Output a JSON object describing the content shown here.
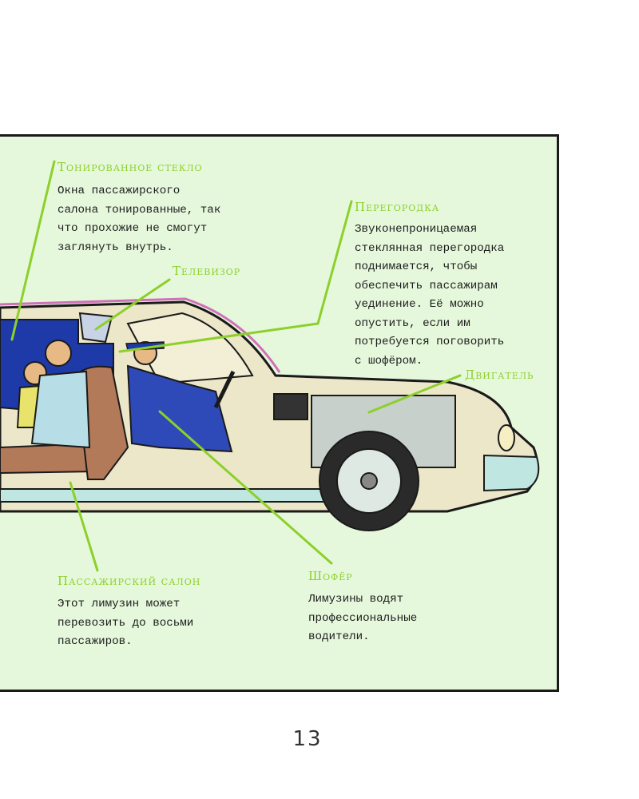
{
  "callouts": {
    "tinted_glass": {
      "title": "Тонированное стекло",
      "text": "Окна пассажирского\nсалона тонированные, так\nчто прохожие не смогут\nзаглянуть внутрь."
    },
    "tv": {
      "title": "Телевизор"
    },
    "partition": {
      "title": "Перегородка",
      "text": "Звуконепроницаемая\nстеклянная перегородка\nподнимается, чтобы\nобеспечить пассажирам\nуединение. Её можно\nопустить, если им\nпотребуется поговорить\nс шофёром."
    },
    "engine": {
      "title": "Двигатель"
    },
    "cabin": {
      "title": "Пассажирский салон",
      "text": "Этот лимузин может\nперевозить до восьми\nпассажиров."
    },
    "chauffeur": {
      "title": "Шофёр",
      "text": "Лимузины водят\nпрофессиональные\nводители."
    }
  },
  "page_number": "13",
  "colors": {
    "panel_bg": "#e6f8dc",
    "leader_line": "#8cd02a",
    "title": "#8cd02a",
    "car_body": "#ece7c8",
    "tinted_glass": "#1e3aa8"
  }
}
